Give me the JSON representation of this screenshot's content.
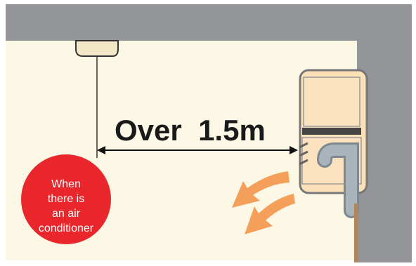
{
  "diagram": {
    "distance_label": "Over  1.5m",
    "badge_lines": [
      "When",
      "there is",
      "an air",
      "conditioner"
    ],
    "colors": {
      "wall": "#939598",
      "floor": "#fdf8e6",
      "ac_unit": "#fce0b8",
      "airflow": "#f5a05a",
      "badge": "#e8262b",
      "pipe": "#9aa6b0"
    }
  }
}
